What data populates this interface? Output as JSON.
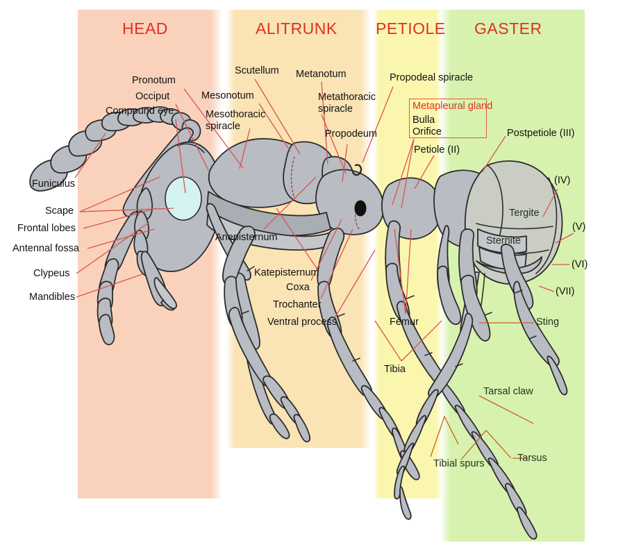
{
  "diagram": {
    "subject": "ant-external-anatomy",
    "sections": [
      {
        "id": "head",
        "label": "HEAD",
        "color": "#fad2bb"
      },
      {
        "id": "alitrunk",
        "label": "ALITRUNK",
        "color": "#fae3b4"
      },
      {
        "id": "petiole",
        "label": "PETIOLE",
        "color": "#fbf6ae"
      },
      {
        "id": "gaster",
        "label": "GASTER",
        "color": "#d7f2ae"
      }
    ],
    "section_title_color": "#e03020",
    "leader_line_color": "#d9534f",
    "leader_line_color_warm": "#c8601f",
    "body_fill": "#b9bcc2",
    "body_outline": "#2b2b2b",
    "eye_fill": "#d4f2f2",
    "gaster_fill": "#c9cdc4"
  },
  "labels": {
    "head": [
      {
        "id": "pronotum",
        "text": "Pronotum"
      },
      {
        "id": "occiput",
        "text": "Occiput"
      },
      {
        "id": "compound-eye",
        "text": "Compound eye"
      },
      {
        "id": "funiculus",
        "text": "Funiculus"
      },
      {
        "id": "scape",
        "text": "Scape"
      },
      {
        "id": "frontal-lobes",
        "text": "Frontal lobes"
      },
      {
        "id": "antennal-fossa",
        "text": "Antennal fossa"
      },
      {
        "id": "clypeus",
        "text": "Clypeus"
      },
      {
        "id": "mandibles",
        "text": "Mandibles"
      }
    ],
    "alitrunk": [
      {
        "id": "scutellum",
        "text": "Scutellum"
      },
      {
        "id": "metanotum",
        "text": "Metanotum"
      },
      {
        "id": "mesonotum",
        "text": "Mesonotum"
      },
      {
        "id": "mesothoracic-spiracle",
        "text": "Mesothoracic\nspiracle"
      },
      {
        "id": "metathoracic-spiracle",
        "text": "Metathoracic\nspiracle"
      },
      {
        "id": "propodeum",
        "text": "Propodeum"
      },
      {
        "id": "anepisternum",
        "text": "Anepisternum"
      },
      {
        "id": "katepisternum",
        "text": "Katepisternum"
      },
      {
        "id": "coxa",
        "text": "Coxa"
      },
      {
        "id": "trochanter",
        "text": "Trochanter"
      },
      {
        "id": "ventral-process",
        "text": "Ventral process"
      }
    ],
    "petiole": [
      {
        "id": "propodeal-spiracle",
        "text": "Propodeal spiracle"
      },
      {
        "id": "petiole-ii",
        "text": "Petiole (II)"
      },
      {
        "id": "femur",
        "text": "Femur"
      },
      {
        "id": "tibia",
        "text": "Tibia"
      }
    ],
    "metapleural_gland": {
      "title": "Metapleural gland",
      "items": [
        "Bulla",
        "Orifice"
      ]
    },
    "gaster": [
      {
        "id": "postpetiole-iii",
        "text": "Postpetiole (III)"
      },
      {
        "id": "segment-iv",
        "text": "(IV)"
      },
      {
        "id": "tergite",
        "text": "Tergite"
      },
      {
        "id": "segment-v",
        "text": "(V)"
      },
      {
        "id": "sternite",
        "text": "Sternite"
      },
      {
        "id": "segment-vi",
        "text": "(VI)"
      },
      {
        "id": "segment-vii",
        "text": "(VII)"
      },
      {
        "id": "sting",
        "text": "Sting"
      },
      {
        "id": "tarsal-claw",
        "text": "Tarsal claw"
      },
      {
        "id": "tibial-spurs",
        "text": "Tibial spurs"
      },
      {
        "id": "tarsus",
        "text": "Tarsus"
      }
    ]
  }
}
